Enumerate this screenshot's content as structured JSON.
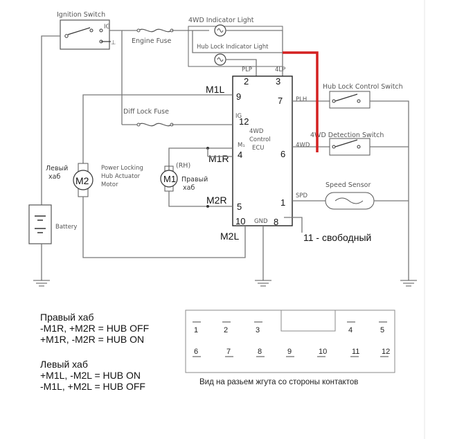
{
  "diagram": {
    "labels": {
      "ignition_switch": "Ignition Switch",
      "ig": "IG",
      "engine_fuse": "Engine Fuse",
      "indicator_light": "4WD Indicator Light",
      "hub_lock_indicator": "Hub Lock Indicator Light",
      "plp": "PLP",
      "lp4": "4LP",
      "m1l": "M1L",
      "diff_lock_fuse": "Diff Lock Fuse",
      "ig_pin": "IG",
      "m1": "M₁",
      "m1r": "M1R",
      "ecu": "4WD\nControl\nECU",
      "m2r": "M2R",
      "gnd": "GND",
      "m2l": "M2L",
      "plh": "PLH",
      "wd4": "4WD",
      "spd": "SPD",
      "hub_lock_control_switch": "Hub Lock Control Switch",
      "detection_switch": "4WD Detection Switch",
      "speed_sensor": "Speed Sensor",
      "left_hub": "Левый\nхаб",
      "power_locking": "Power Locking\nHub Actuator\nMotor",
      "m2_motor": "M2",
      "rh": "(RH)",
      "m1_motor": "M1",
      "right_hub": "Правый\nхаб",
      "battery": "Battery",
      "free_pin": "11 - свободный"
    },
    "pins": {
      "p2": "2",
      "p3": "3",
      "p9": "9",
      "p7": "7",
      "p12": "12",
      "p4": "4",
      "p6": "6",
      "p5": "5",
      "p1": "1",
      "p10": "10",
      "p8": "8"
    }
  },
  "notes": {
    "right_hub": "Правый хаб\n-M1R, +M2R = HUB OFF\n+M1R, -M2R = HUB ON",
    "left_hub": "Левый хаб\n+M1L, -M2L = HUB ON\n-M1L, +M2L = HUB OFF"
  },
  "connector": {
    "row1": [
      "1",
      "2",
      "3",
      "4",
      "5"
    ],
    "row2": [
      "6",
      "7",
      "8",
      "9",
      "10",
      "11",
      "12"
    ],
    "caption": "Вид на разьем жгута со стороны контактов"
  },
  "colors": {
    "highlight": "#d42020"
  }
}
